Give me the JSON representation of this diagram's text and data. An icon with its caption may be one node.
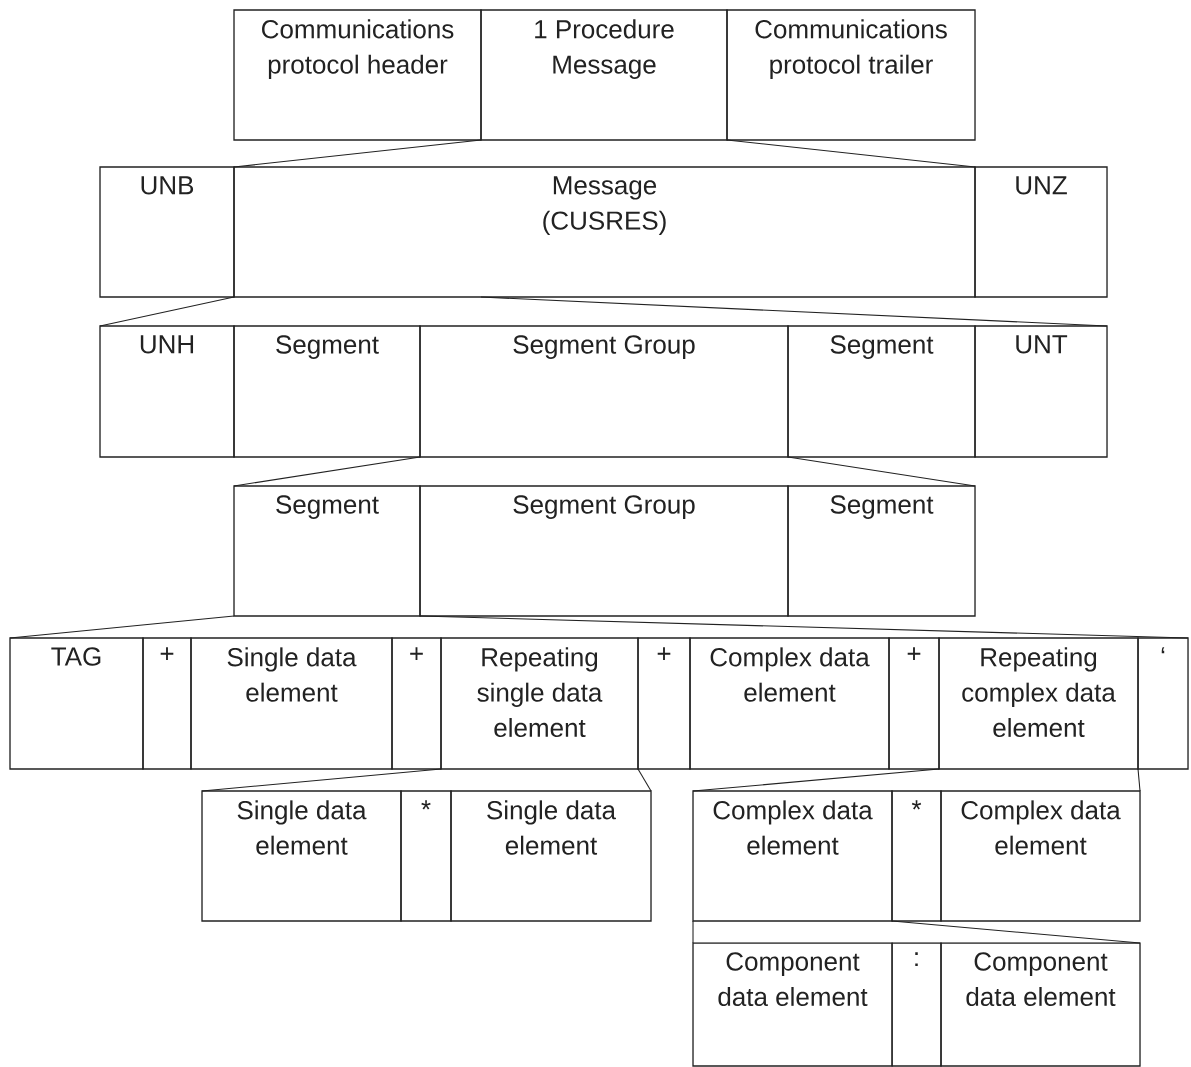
{
  "diagram": {
    "nodes": [
      {
        "text": [
          "Communications protocol header"
        ]
      },
      {
        "text": [
          "1 Procedure Message"
        ]
      },
      {
        "text": [
          "Communications protocol trailer"
        ]
      },
      {
        "text": [
          "UNB"
        ]
      },
      {
        "text": [
          "Message (CUSRES)"
        ]
      },
      {
        "text": [
          "UNZ"
        ]
      },
      {
        "text": [
          "UNH"
        ]
      },
      {
        "text": [
          "Segment"
        ]
      },
      {
        "text": [
          "Segment Group"
        ]
      },
      {
        "text": [
          "Segment"
        ]
      },
      {
        "text": [
          "UNT"
        ]
      },
      {
        "text": [
          "Segment"
        ]
      },
      {
        "text": [
          "Segment Group"
        ]
      },
      {
        "text": [
          "Segment"
        ]
      },
      {
        "text": [
          "TAG"
        ]
      },
      {
        "text": [
          "+"
        ]
      },
      {
        "text": [
          "Single data element"
        ]
      },
      {
        "text": [
          "+"
        ]
      },
      {
        "text": [
          "Repeating single data element"
        ]
      },
      {
        "text": [
          "+"
        ]
      },
      {
        "text": [
          "Complex data element"
        ]
      },
      {
        "text": [
          "+"
        ]
      },
      {
        "text": [
          "Repeating complex data element"
        ]
      },
      {
        "text": [
          "‘"
        ]
      },
      {
        "text": [
          "Single data element"
        ]
      },
      {
        "text": [
          "*"
        ]
      },
      {
        "text": [
          "Single data element"
        ]
      },
      {
        "text": [
          "Complex data element"
        ]
      },
      {
        "text": [
          "*"
        ]
      },
      {
        "text": [
          "Complex data element"
        ]
      },
      {
        "text": [
          "Component data element"
        ]
      },
      {
        "text": [
          ":"
        ]
      },
      {
        "text": [
          "Component data element"
        ]
      }
    ],
    "edges": [
      {
        "from": 1,
        "to": 4,
        "arrow": "none"
      },
      {
        "from": 1,
        "to": 4,
        "arrow": "none"
      },
      {
        "from": 4,
        "to": 6,
        "arrow": "none"
      },
      {
        "from": 4,
        "to": 10,
        "arrow": "none"
      },
      {
        "from": 8,
        "to": 11,
        "arrow": "none"
      },
      {
        "from": 8,
        "to": 13,
        "arrow": "none"
      },
      {
        "from": 11,
        "to": 14,
        "arrow": "none"
      },
      {
        "from": 11,
        "to": 23,
        "arrow": "none"
      },
      {
        "from": 18,
        "to": 24,
        "arrow": "none"
      },
      {
        "from": 18,
        "to": 26,
        "arrow": "none"
      },
      {
        "from": 22,
        "to": 27,
        "arrow": "none"
      },
      {
        "from": 22,
        "to": 29,
        "arrow": "none"
      },
      {
        "from": 27,
        "to": 30,
        "arrow": "none"
      },
      {
        "from": 27,
        "to": 32,
        "arrow": "none"
      }
    ]
  }
}
